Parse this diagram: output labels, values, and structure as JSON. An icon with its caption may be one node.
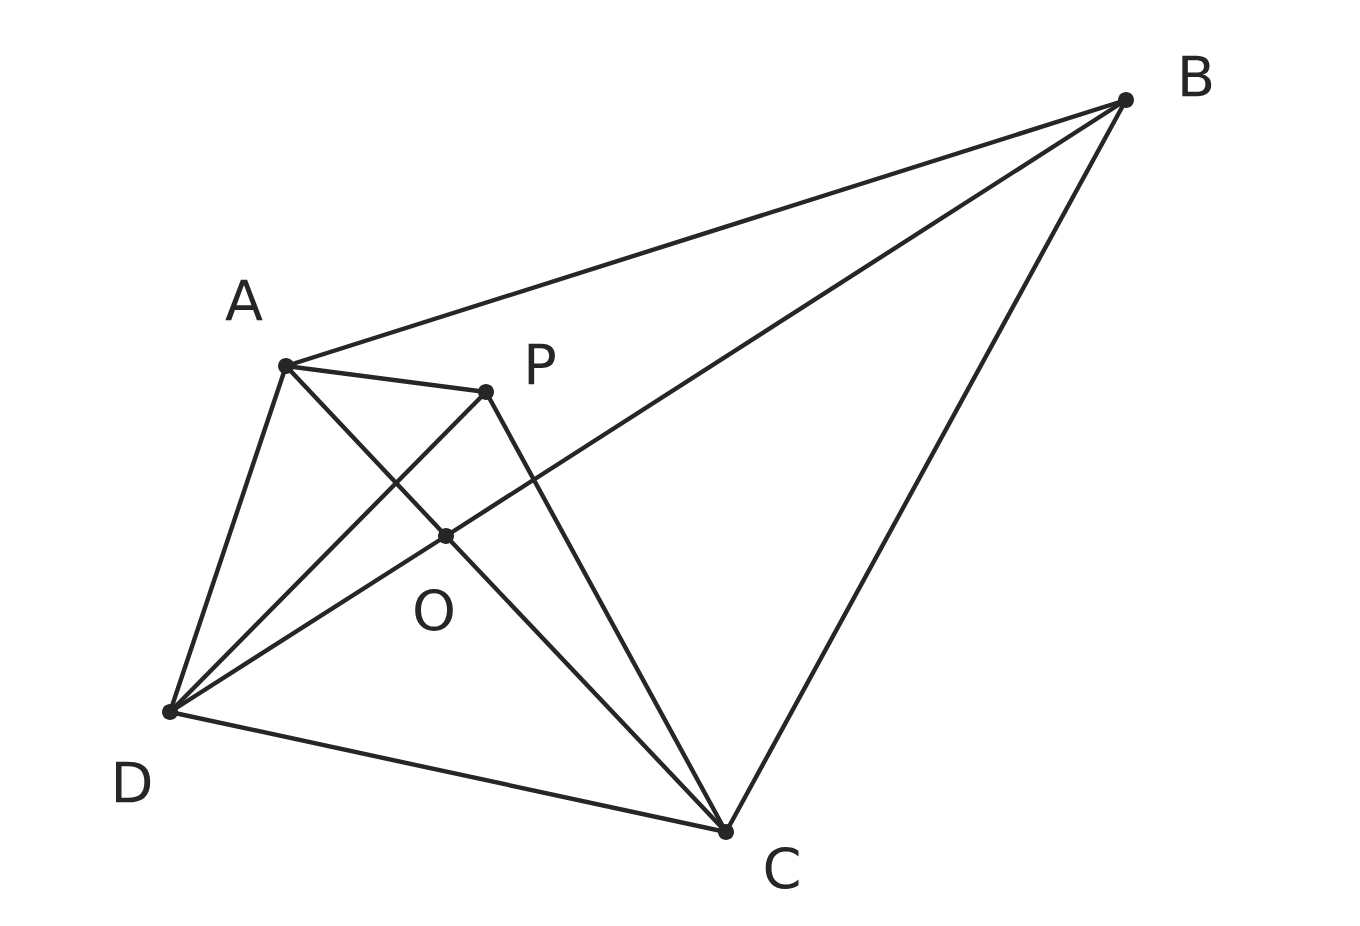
{
  "diagram": {
    "nodes": [
      {
        "text": [
          "A"
        ]
      },
      {
        "text": [
          "B"
        ]
      },
      {
        "text": [
          "C"
        ]
      },
      {
        "text": [
          "D"
        ]
      },
      {
        "text": [
          "O"
        ]
      },
      {
        "text": [
          "P"
        ]
      }
    ],
    "edges": [
      {
        "from": 0,
        "to": 1,
        "arrow": "none"
      },
      {
        "from": 1,
        "to": 2,
        "arrow": "none"
      },
      {
        "from": 3,
        "to": 2,
        "arrow": "none"
      },
      {
        "from": 0,
        "to": 3,
        "arrow": "none"
      },
      {
        "from": 0,
        "to": 4,
        "arrow": "none"
      },
      {
        "from": 4,
        "to": 2,
        "arrow": "none"
      },
      {
        "from": 3,
        "to": 4,
        "arrow": "none"
      },
      {
        "from": 4,
        "to": 1,
        "arrow": "none"
      },
      {
        "from": 0,
        "to": 5,
        "arrow": "none"
      },
      {
        "from": 5,
        "to": 3,
        "arrow": "none"
      },
      {
        "from": 5,
        "to": 2,
        "arrow": "none"
      }
    ]
  }
}
